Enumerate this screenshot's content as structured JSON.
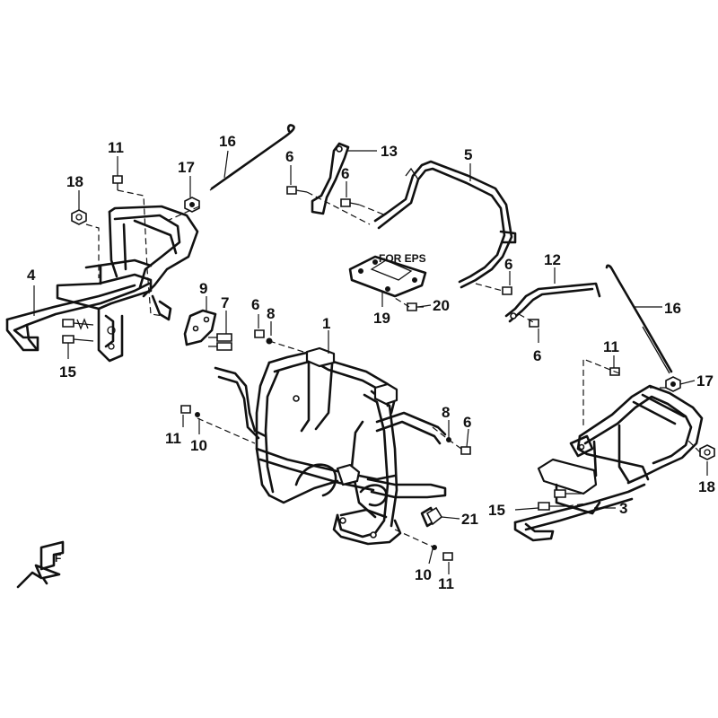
{
  "diagram": {
    "callouts": {
      "c1": "1",
      "c3": "3",
      "c4": "4",
      "c5": "5",
      "c6a": "6",
      "c6b": "6",
      "c6c": "6",
      "c6d": "6",
      "c6e": "6",
      "c6f": "6",
      "c7": "7",
      "c8a": "8",
      "c8b": "8",
      "c9": "9",
      "c10a": "10",
      "c10b": "10",
      "c11a": "11",
      "c11b": "11",
      "c11c": "11",
      "c11d": "11",
      "c12": "12",
      "c13": "13",
      "c15a": "15",
      "c15b": "15",
      "c16a": "16",
      "c16b": "16",
      "c17a": "17",
      "c17b": "17",
      "c18a": "18",
      "c18b": "18",
      "c19": "19",
      "c20": "20",
      "c21": "21"
    },
    "eps_note": "FOR EPS",
    "direction_mark": "F"
  }
}
